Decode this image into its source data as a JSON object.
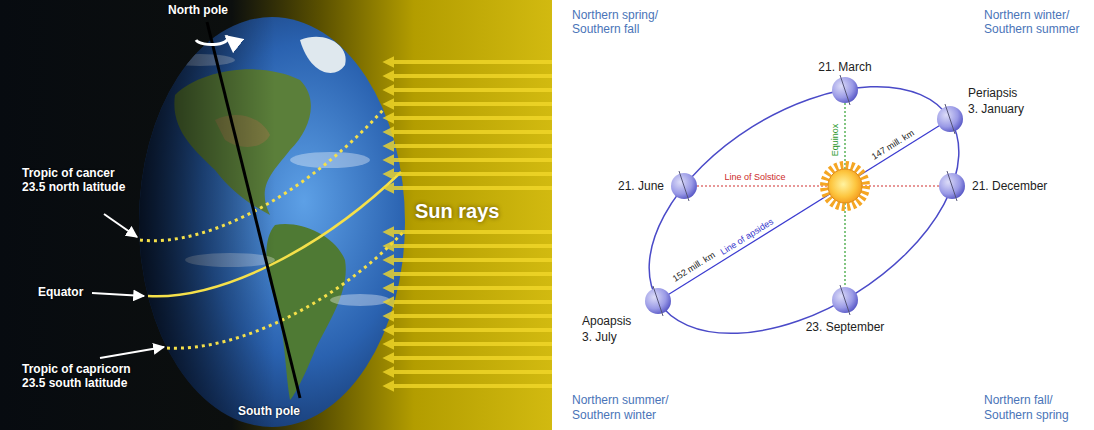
{
  "diagram": {
    "labels": [
      "North pole",
      "Tropic of cancer 23.5 north latitude",
      "Equator",
      "Tropic of capricorn 23.5 south latitude",
      "South pole",
      "Sun rays",
      "Northern spring/ Southern fall",
      "Northern winter/ Southern summer",
      "21. March",
      "Periapsis",
      "3. January",
      "21. June",
      "Line of Solstice",
      "Equinox",
      "147 mill. km",
      "21. December",
      "Line of apsides",
      "152 mill. km",
      "Apoapsis",
      "3. July",
      "23. September",
      "Northern summer/ Southern winter",
      "Northern fall/ Southern spring"
    ]
  }
}
